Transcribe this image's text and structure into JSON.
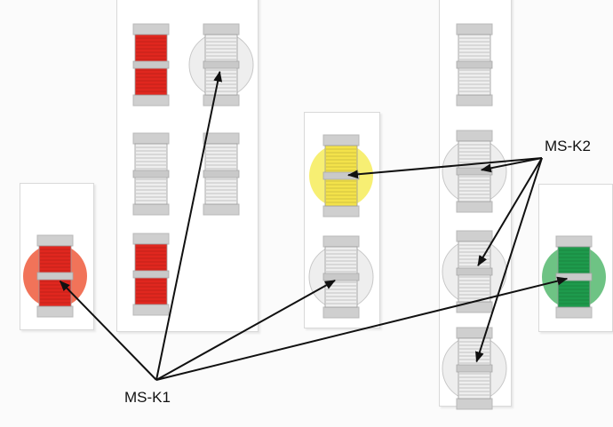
{
  "labels": {
    "k1": "MS-K1",
    "k2": "MS-K2"
  },
  "colors": {
    "red": "#e0271f",
    "yellow": "#f3e24a",
    "green": "#1e9a4c",
    "white_spool": "#eeeeee",
    "halo_red": "#ef5a3c",
    "halo_yellow": "#f6ec5a",
    "halo_green": "#55b86e",
    "halo_gray": "#cfcfcf"
  },
  "panels": [
    {
      "id": "left-panel",
      "spools": [
        {
          "color": "red",
          "halo": "halo_red",
          "callout": "k1"
        }
      ]
    },
    {
      "id": "double-column-panel",
      "spools": [
        {
          "color": "red",
          "halo": null,
          "callout": null
        },
        {
          "color": "white_spool",
          "halo": "halo_gray",
          "callout": "k1"
        },
        {
          "color": "white_spool",
          "halo": null,
          "callout": null
        },
        {
          "color": "white_spool",
          "halo": null,
          "callout": null
        },
        {
          "color": "red",
          "halo": null,
          "callout": null
        }
      ]
    },
    {
      "id": "center-panel",
      "spools": [
        {
          "color": "yellow",
          "halo": "halo_yellow",
          "callout": "k2"
        },
        {
          "color": "white_spool",
          "halo": "halo_gray",
          "callout": "k1"
        }
      ]
    },
    {
      "id": "tall-column-panel",
      "spools": [
        {
          "color": "white_spool",
          "halo": null,
          "callout": null
        },
        {
          "color": "white_spool",
          "halo": "halo_gray",
          "callout": "k2"
        },
        {
          "color": "white_spool",
          "halo": "halo_gray",
          "callout": "k2"
        },
        {
          "color": "white_spool",
          "halo": "halo_gray",
          "callout": "k2"
        }
      ]
    },
    {
      "id": "right-panel",
      "spools": [
        {
          "color": "green",
          "halo": "halo_green",
          "callout": "k1"
        }
      ]
    }
  ]
}
